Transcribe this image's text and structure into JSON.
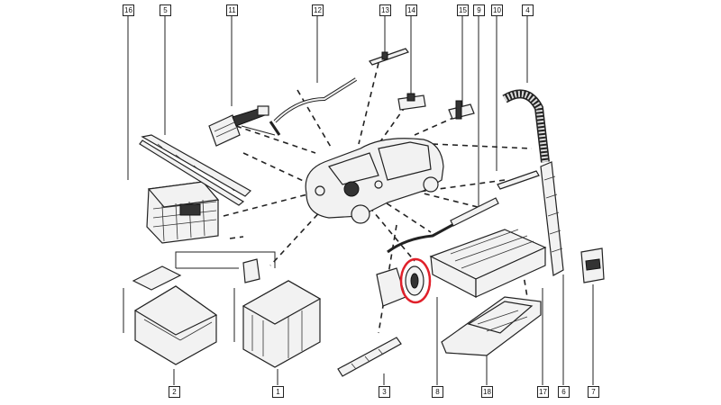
{
  "callouts": [
    {
      "id": "16",
      "label": "16"
    },
    {
      "id": "5",
      "label": "5"
    },
    {
      "id": "11",
      "label": "11"
    },
    {
      "id": "12",
      "label": "12"
    },
    {
      "id": "13",
      "label": "13"
    },
    {
      "id": "14",
      "label": "14"
    },
    {
      "id": "15",
      "label": "15"
    },
    {
      "id": "9",
      "label": "9"
    },
    {
      "id": "10",
      "label": "10"
    },
    {
      "id": "4",
      "label": "4"
    },
    {
      "id": "2",
      "label": "2"
    },
    {
      "id": "1",
      "label": "1"
    },
    {
      "id": "3",
      "label": "3"
    },
    {
      "id": "8",
      "label": "8"
    },
    {
      "id": "18",
      "label": "18"
    },
    {
      "id": "17",
      "label": "17"
    },
    {
      "id": "6",
      "label": "6"
    },
    {
      "id": "7",
      "label": "7"
    }
  ],
  "highlight": {
    "part": "8",
    "color": "#e0202a"
  }
}
